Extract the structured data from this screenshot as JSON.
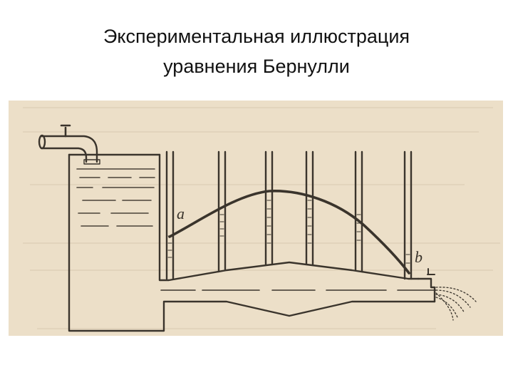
{
  "title": {
    "line1": "Экспериментальная иллюстрация",
    "line2": "уравнения Бернулли"
  },
  "figure": {
    "label_a": "a",
    "label_b": "b"
  },
  "colors": {
    "paper": "#ecdfc8",
    "ink": "#3a342c"
  }
}
